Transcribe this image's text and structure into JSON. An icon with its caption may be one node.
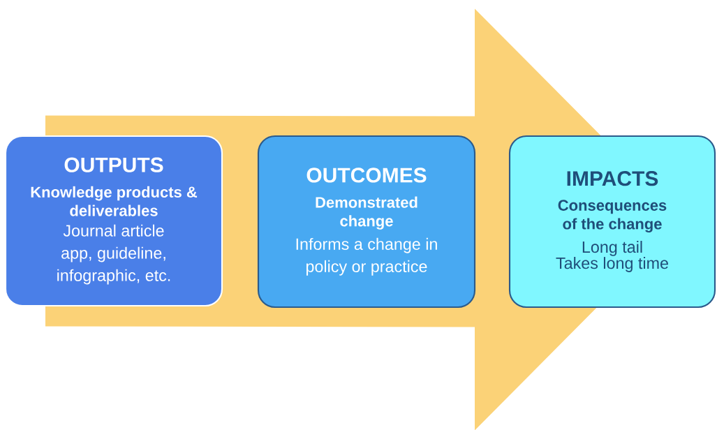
{
  "diagram": {
    "nodes": [
      {
        "text": [
          "OUTPUTS",
          "Knowledge products & deliverables",
          "Journal article app, guideline, infographic, etc."
        ]
      },
      {
        "text": [
          "OUTCOMES",
          "Demonstrated change",
          "Informs a change in policy or practice"
        ]
      },
      {
        "text": [
          "IMPACTS",
          "Consequences of the change",
          "Long tail",
          "Takes long time"
        ]
      }
    ],
    "edges": [
      {
        "from": 0,
        "to": 2,
        "arrow": "to"
      }
    ]
  }
}
